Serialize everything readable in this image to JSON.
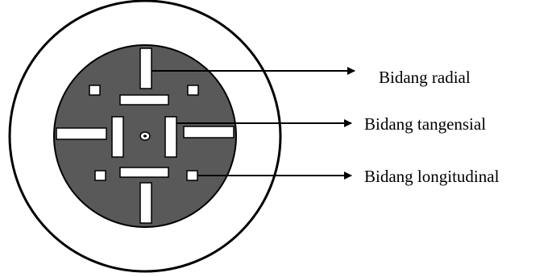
{
  "labels": {
    "radial": "Bidang radial",
    "tangential": "Bidang tangensial",
    "longitudinal": "Bidang longitudinal"
  },
  "colors": {
    "outer_disc": "#ffffff",
    "inner_disc": "#595959",
    "stroke": "#000000",
    "slots": "#ffffff"
  }
}
